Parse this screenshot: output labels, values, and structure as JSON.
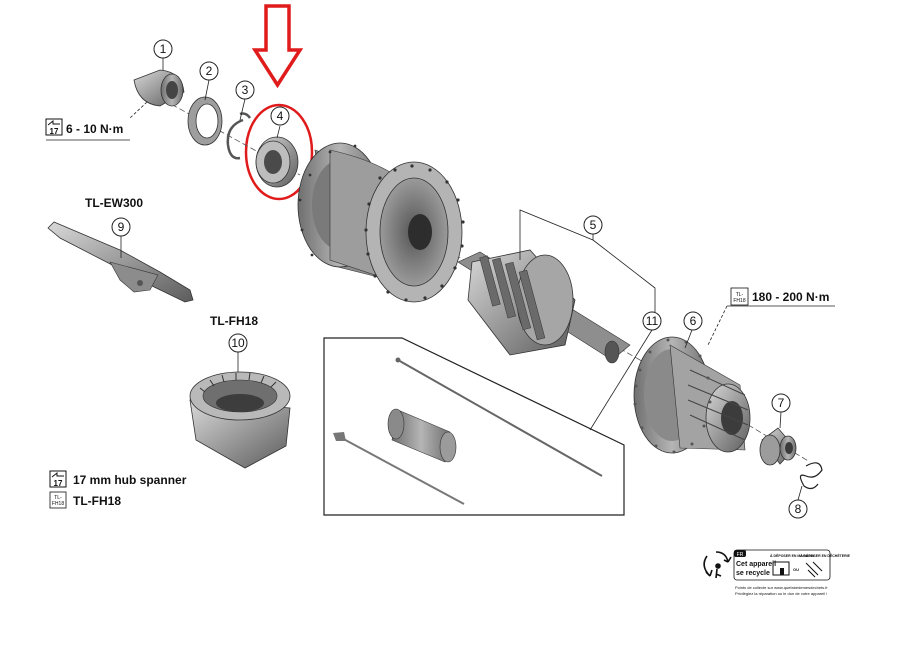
{
  "callouts": [
    "1",
    "2",
    "3",
    "4",
    "5",
    "6",
    "7",
    "8",
    "9",
    "10",
    "11"
  ],
  "torque_top": "6 - 10 N·m",
  "torque_right": "180 - 200 N·m",
  "tool_ew300": "TL-EW300",
  "tool_fh18": "TL-FH18",
  "legend_spanner": "17 mm hub spanner",
  "legend_fh18": "TL-FH18",
  "icon_wrench_num": "17",
  "icon_tlfh18_text": [
    "TL-",
    "FH18"
  ],
  "recycle": {
    "fr_badge": "FR",
    "line1": "Cet appareil",
    "line2": "se recycle",
    "col1": "À DÉPOSER EN MAGASIN",
    "col2": "À DÉPOSER EN DÉCHÈTERIE",
    "ou": "OU",
    "foot1": "Points de collecte sur www.quefairedemesdechets.fr",
    "foot2": "Privilégiez la réparation ou le don de votre appareil !"
  },
  "colors": {
    "highlight": "#e01b1b",
    "part": "#8a8a8a"
  }
}
